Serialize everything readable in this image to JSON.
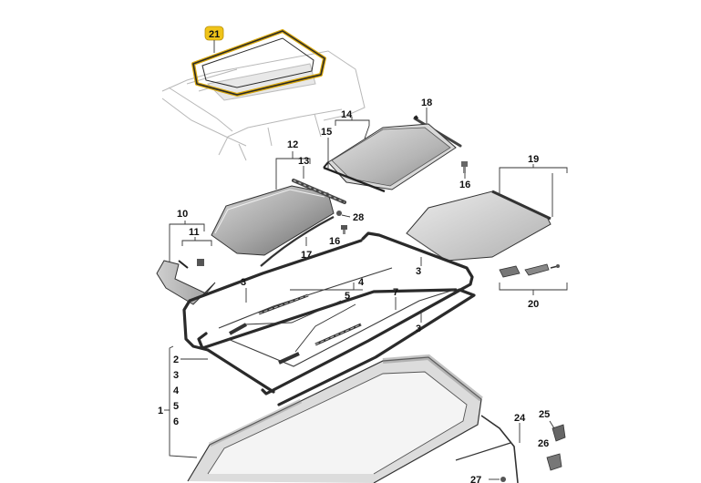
{
  "callouts": {
    "c21": "21",
    "c18": "18",
    "c14": "14",
    "c15": "15",
    "c16a": "16",
    "c12": "12",
    "c13": "13",
    "c28": "28",
    "c16b": "16",
    "c17": "17",
    "c19": "19",
    "c10": "10",
    "c11": "11",
    "c3a": "3",
    "c3b": "3",
    "c3c": "3",
    "c4": "4",
    "c5": "5",
    "c7": "7",
    "c20": "20",
    "c2": "2",
    "c3d": "3",
    "c4b": "4",
    "c5b": "5",
    "c1": "1",
    "c6": "6",
    "c24": "24",
    "c25": "25",
    "c26": "26",
    "c27": "27"
  },
  "colors": {
    "highlight_badge": "#f0c419",
    "highlight_outline": "#d9a80b",
    "glass_dark": "#6e6e6e",
    "glass_light": "#d4d4d4",
    "part_gray": "#8c8c8c",
    "line": "#333333"
  },
  "icons": {
    "highlighted_part": "roof-seal-highlight",
    "glass_panel": "sunroof-glass-panel",
    "sunshade": "sunroof-sunshade-panel",
    "frame": "sunroof-frame"
  }
}
